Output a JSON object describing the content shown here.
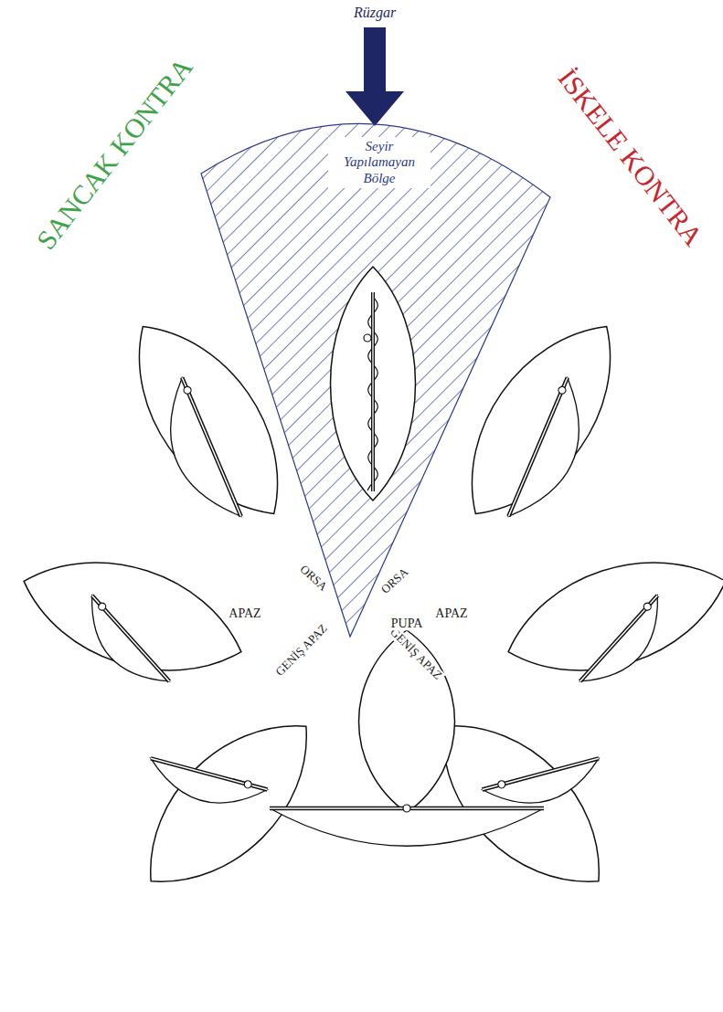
{
  "diagram": {
    "nodes": [
      {
        "text": [
          "Seyir Yapılamayan Bölge"
        ]
      }
    ],
    "labels": [
      "Rüzgar",
      "SANCAK KONTRA",
      "İSKELE KONTRA",
      "ORSA",
      "ORSA",
      "APAZ",
      "APAZ",
      "GENİŞ APAZ",
      "GENİŞ APAZ",
      "PUPA"
    ]
  }
}
